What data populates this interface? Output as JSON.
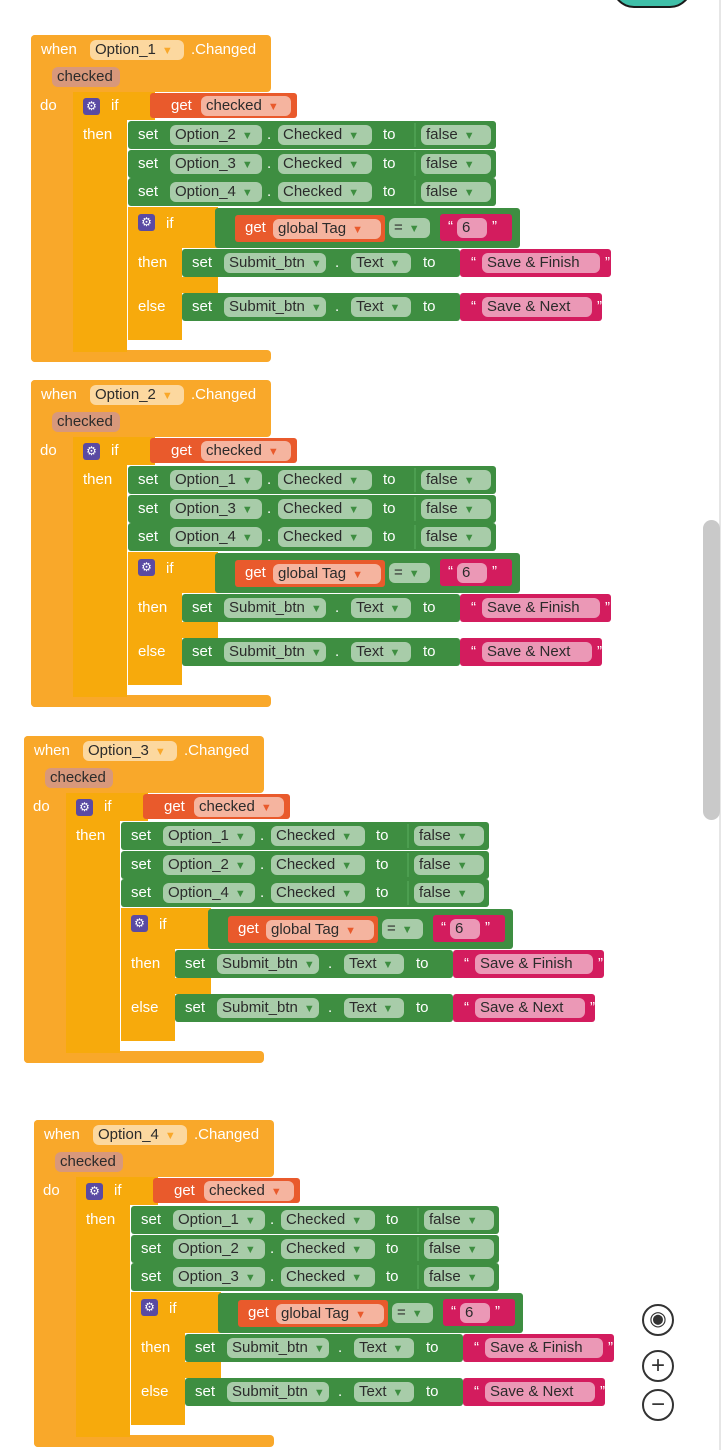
{
  "labels": {
    "when": "when",
    "changed": ".Changed",
    "do": "do",
    "if": "if",
    "then": "then",
    "else": "else",
    "get": "get",
    "set": "set",
    "dot": ".",
    "to": "to",
    "open_quote": "“",
    "close_quote": "”"
  },
  "colors": {
    "event": "#F9A82A",
    "control": "#F7AA0C",
    "component": "#3E8E41",
    "variable": "#E95A2C",
    "text": "#D31C5E",
    "procedure_gear": "#5A4AA3"
  },
  "icons": {
    "trash": "trash-can-icon",
    "recenter": "target-icon",
    "zoom_in": "zoom-in-icon",
    "zoom_out": "zoom-out-icon",
    "gear": "gear-icon"
  },
  "groups": [
    {
      "component": "Option_1",
      "param": "checked",
      "condition_var": "checked",
      "sets": [
        {
          "component": "Option_2",
          "property": "Checked",
          "value": "false"
        },
        {
          "component": "Option_3",
          "property": "Checked",
          "value": "false"
        },
        {
          "component": "Option_4",
          "property": "Checked",
          "value": "false"
        }
      ],
      "inner": {
        "var": "global Tag",
        "op": "=",
        "value": "6",
        "target": "Submit_btn",
        "property": "Text",
        "then_value": "Save & Finish",
        "else_value": "Save & Next"
      }
    },
    {
      "component": "Option_2",
      "param": "checked",
      "condition_var": "checked",
      "sets": [
        {
          "component": "Option_1",
          "property": "Checked",
          "value": "false"
        },
        {
          "component": "Option_3",
          "property": "Checked",
          "value": "false"
        },
        {
          "component": "Option_4",
          "property": "Checked",
          "value": "false"
        }
      ],
      "inner": {
        "var": "global Tag",
        "op": "=",
        "value": "6",
        "target": "Submit_btn",
        "property": "Text",
        "then_value": "Save & Finish",
        "else_value": "Save & Next"
      }
    },
    {
      "component": "Option_3",
      "param": "checked",
      "condition_var": "checked",
      "sets": [
        {
          "component": "Option_1",
          "property": "Checked",
          "value": "false"
        },
        {
          "component": "Option_2",
          "property": "Checked",
          "value": "false"
        },
        {
          "component": "Option_4",
          "property": "Checked",
          "value": "false"
        }
      ],
      "inner": {
        "var": "global Tag",
        "op": "=",
        "value": "6",
        "target": "Submit_btn",
        "property": "Text",
        "then_value": "Save & Finish",
        "else_value": "Save & Next"
      }
    },
    {
      "component": "Option_4",
      "param": "checked",
      "condition_var": "checked",
      "sets": [
        {
          "component": "Option_1",
          "property": "Checked",
          "value": "false"
        },
        {
          "component": "Option_2",
          "property": "Checked",
          "value": "false"
        },
        {
          "component": "Option_3",
          "property": "Checked",
          "value": "false"
        }
      ],
      "inner": {
        "var": "global Tag",
        "op": "=",
        "value": "6",
        "target": "Submit_btn",
        "property": "Text",
        "then_value": "Save & Finish",
        "else_value": "Save & Next"
      }
    }
  ]
}
